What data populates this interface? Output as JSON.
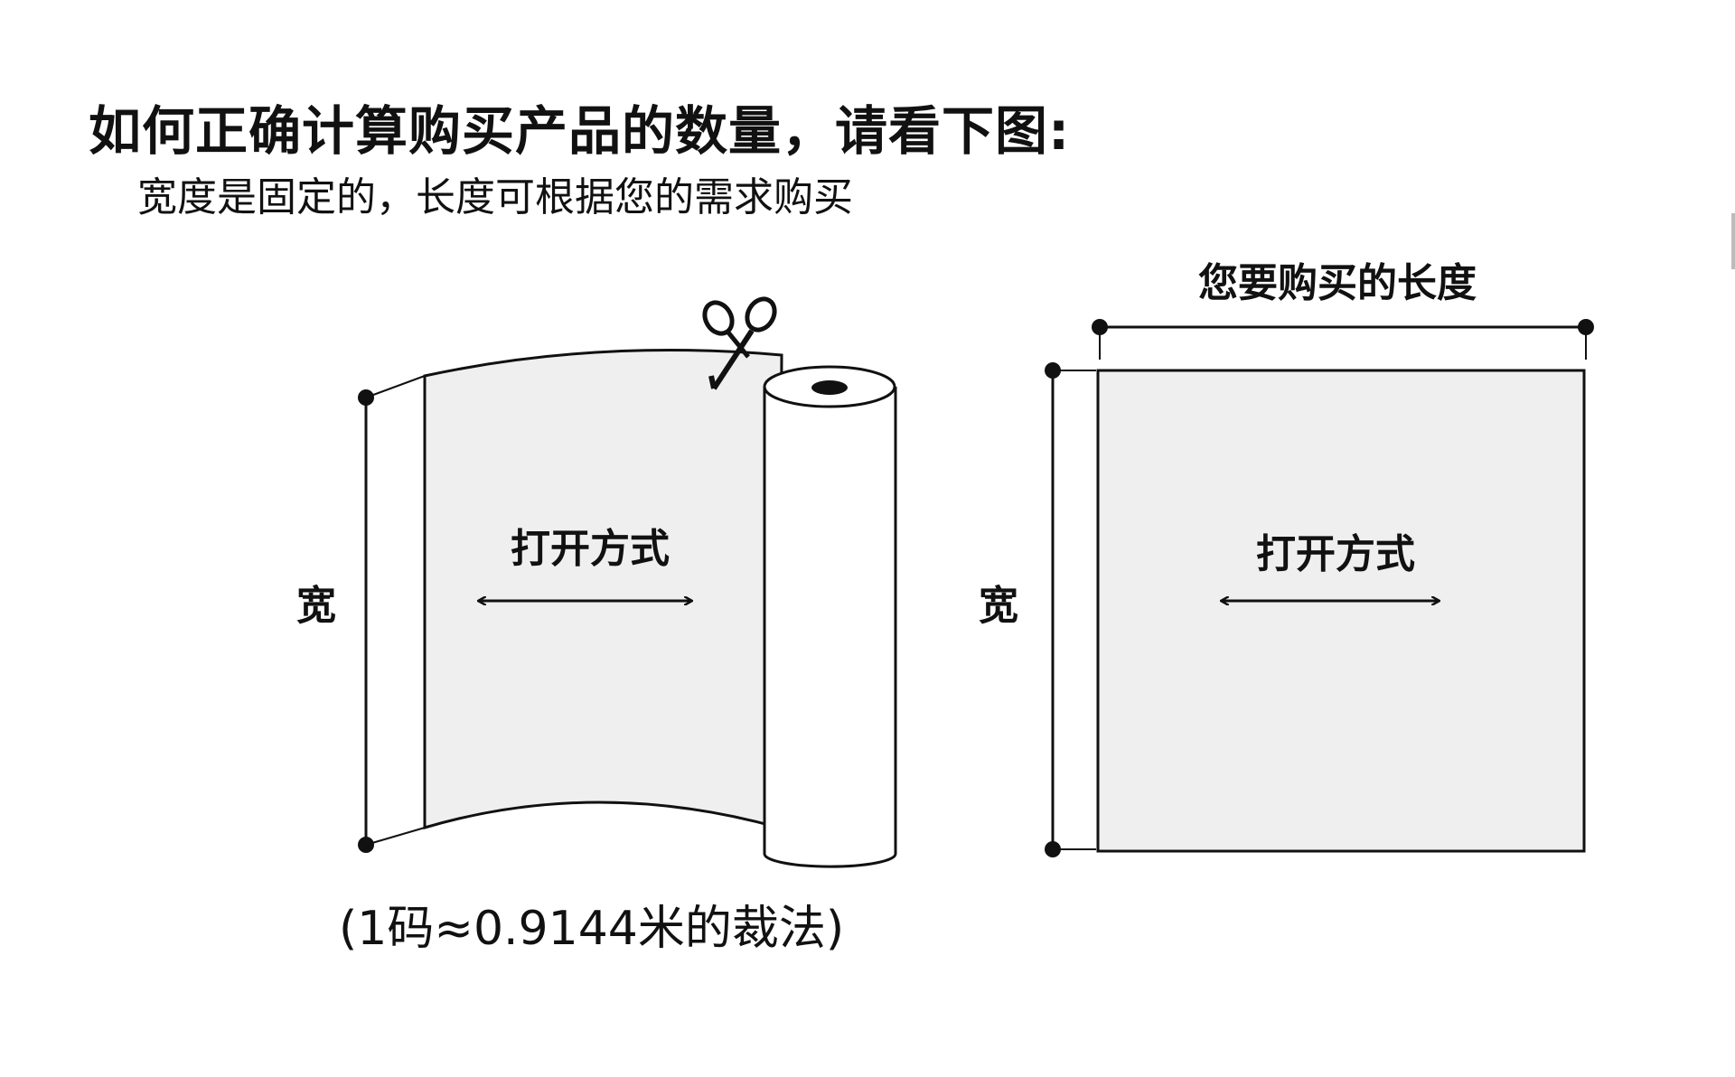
{
  "title": "如何正确计算购买产品的数量，请看下图:",
  "subtitle": "宽度是固定的，长度可根据您的需求购买",
  "caption": "(1码≈0.9144米的裁法)",
  "roll_diagram": {
    "width_label": "宽",
    "opening_label": "打开方式"
  },
  "sheet_diagram": {
    "length_label": "您要购买的长度",
    "width_label": "宽",
    "opening_label": "打开方式"
  },
  "colors": {
    "panel_fill": "#efefef",
    "stroke": "#111111",
    "background": "#ffffff"
  },
  "icons": [
    "scissors-icon",
    "double-arrow-icon"
  ]
}
